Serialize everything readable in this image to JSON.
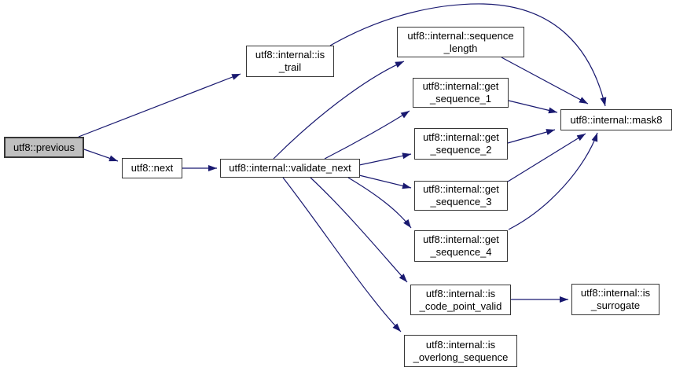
{
  "diagram": {
    "kind": "call-graph",
    "root_function": "utf8::previous",
    "style": {
      "edge_color": "#191970",
      "node_fill": "#ffffff",
      "root_node_fill": "#bfbfbf",
      "node_border_color": "#363636",
      "text_color": "#000000",
      "background": "#ffffff"
    }
  },
  "nodes": {
    "previous": {
      "label": "utf8::previous"
    },
    "next": {
      "label": "utf8::next"
    },
    "is_trail": {
      "line1": "utf8::internal::is",
      "line2": "_trail"
    },
    "validate_next": {
      "label": "utf8::internal::validate_next"
    },
    "sequence_length": {
      "line1": "utf8::internal::sequence",
      "line2": "_length"
    },
    "get_sequence_1": {
      "line1": "utf8::internal::get",
      "line2": "_sequence_1"
    },
    "get_sequence_2": {
      "line1": "utf8::internal::get",
      "line2": "_sequence_2"
    },
    "get_sequence_3": {
      "line1": "utf8::internal::get",
      "line2": "_sequence_3"
    },
    "get_sequence_4": {
      "line1": "utf8::internal::get",
      "line2": "_sequence_4"
    },
    "mask8": {
      "label": "utf8::internal::mask8"
    },
    "is_code_point_valid": {
      "line1": "utf8::internal::is",
      "line2": "_code_point_valid"
    },
    "is_surrogate": {
      "line1": "utf8::internal::is",
      "line2": "_surrogate"
    },
    "is_overlong_sequence": {
      "line1": "utf8::internal::is",
      "line2": "_overlong_sequence"
    }
  },
  "edges": [
    {
      "from": "utf8::previous",
      "to": "utf8::internal::is_trail"
    },
    {
      "from": "utf8::previous",
      "to": "utf8::next"
    },
    {
      "from": "utf8::next",
      "to": "utf8::internal::validate_next"
    },
    {
      "from": "utf8::internal::validate_next",
      "to": "utf8::internal::sequence_length"
    },
    {
      "from": "utf8::internal::validate_next",
      "to": "utf8::internal::get_sequence_1"
    },
    {
      "from": "utf8::internal::validate_next",
      "to": "utf8::internal::get_sequence_2"
    },
    {
      "from": "utf8::internal::validate_next",
      "to": "utf8::internal::get_sequence_3"
    },
    {
      "from": "utf8::internal::validate_next",
      "to": "utf8::internal::get_sequence_4"
    },
    {
      "from": "utf8::internal::validate_next",
      "to": "utf8::internal::is_code_point_valid"
    },
    {
      "from": "utf8::internal::validate_next",
      "to": "utf8::internal::is_overlong_sequence"
    },
    {
      "from": "utf8::internal::is_trail",
      "to": "utf8::internal::mask8"
    },
    {
      "from": "utf8::internal::sequence_length",
      "to": "utf8::internal::mask8"
    },
    {
      "from": "utf8::internal::get_sequence_1",
      "to": "utf8::internal::mask8"
    },
    {
      "from": "utf8::internal::get_sequence_2",
      "to": "utf8::internal::mask8"
    },
    {
      "from": "utf8::internal::get_sequence_3",
      "to": "utf8::internal::mask8"
    },
    {
      "from": "utf8::internal::get_sequence_4",
      "to": "utf8::internal::mask8"
    },
    {
      "from": "utf8::internal::is_code_point_valid",
      "to": "utf8::internal::is_surrogate"
    }
  ]
}
